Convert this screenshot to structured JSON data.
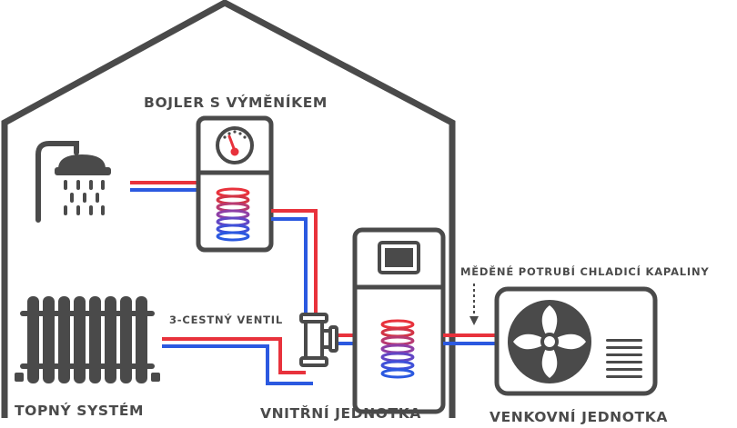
{
  "labels": {
    "boiler": "BOJLER S VÝMĚNÍKEM",
    "valve": "3-CESTNÝ VENTIL",
    "copper_pipe": "MĚDĚNÉ POTRUBÍ CHLADICÍ KAPALINY",
    "heating_system": "TOPNÝ SYSTÉM",
    "indoor_unit": "VNITŘNÍ JEDNOTKA",
    "outdoor_unit": "VENKOVNÍ JEDNOTKA"
  },
  "colors": {
    "outline": "#4a4a4a",
    "hot_pipe": "#e8323c",
    "cold_pipe": "#2b59e0",
    "coil_top": "#e8323c",
    "coil_mid": "#8e3fa6",
    "coil_bottom": "#2b59e0",
    "gauge_needle": "#e8323c"
  },
  "icons": {
    "shower": "shower-icon",
    "radiator": "radiator-icon",
    "fan": "fan-icon",
    "gauge": "gauge-icon",
    "valve": "three-way-valve-icon"
  }
}
